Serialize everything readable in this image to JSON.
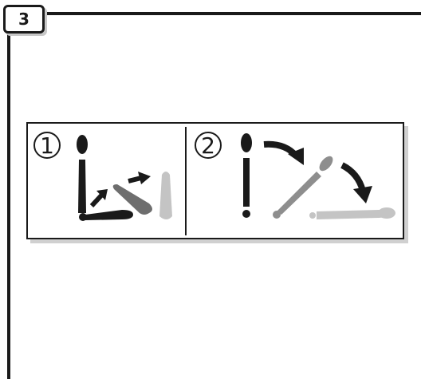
{
  "step": {
    "number": "3"
  },
  "panels": [
    {
      "marker": "1"
    },
    {
      "marker": "2"
    }
  ],
  "colors": {
    "ink": "#1a1a1a",
    "mid_gray": "#8e8e8e",
    "light_gray": "#c4c4c4",
    "shadow": "#d0d0d0"
  },
  "icons": {
    "arrow": "curved-arrow-icon",
    "part": "pivoting-bar-icon"
  }
}
